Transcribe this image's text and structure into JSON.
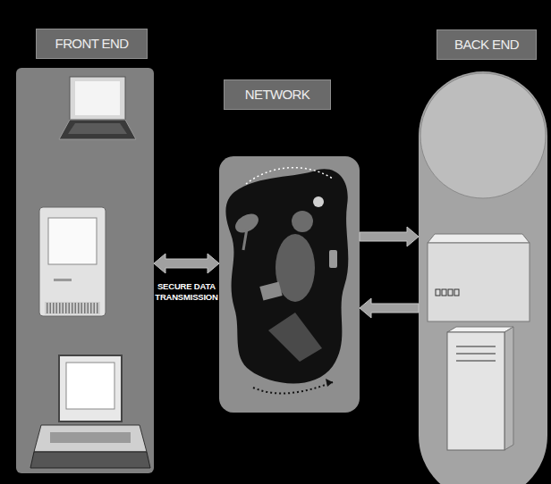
{
  "diagram": {
    "nodes": [
      {
        "text": [
          "FRONT END"
        ]
      },
      {
        "text": [
          "NETWORK"
        ]
      },
      {
        "text": [
          "BACK END"
        ]
      }
    ],
    "edges": [
      {
        "from": 0,
        "to": 1,
        "arrow": "both",
        "label": "SECURE DATA TRANSMISSION"
      },
      {
        "from": 1,
        "to": 2,
        "arrow": "to"
      },
      {
        "from": 2,
        "to": 1,
        "arrow": "to"
      }
    ]
  }
}
